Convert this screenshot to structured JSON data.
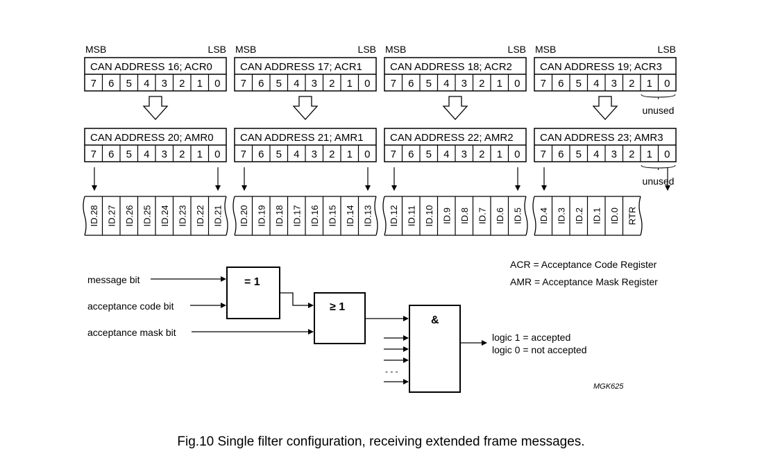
{
  "msb_label": "MSB",
  "lsb_label": "LSB",
  "bits": [
    "7",
    "6",
    "5",
    "4",
    "3",
    "2",
    "1",
    "0"
  ],
  "acr_registers": [
    "CAN ADDRESS 16; ACR0",
    "CAN ADDRESS 17; ACR1",
    "CAN ADDRESS 18; ACR2",
    "CAN ADDRESS 19; ACR3"
  ],
  "amr_registers": [
    "CAN ADDRESS 20; AMR0",
    "CAN ADDRESS 21; AMR1",
    "CAN ADDRESS 22; AMR2",
    "CAN ADDRESS 23; AMR3"
  ],
  "unused_label": "unused",
  "id_groups": [
    [
      "ID.28",
      "ID.27",
      "ID.26",
      "ID.25",
      "ID.24",
      "ID.23",
      "ID.22",
      "ID.21"
    ],
    [
      "ID.20",
      "ID.19",
      "ID.18",
      "ID.17",
      "ID.16",
      "ID.15",
      "ID.14",
      "ID.13"
    ],
    [
      "ID.12",
      "ID.11",
      "ID.10",
      "ID.9",
      "ID.8",
      "ID.7",
      "ID.6",
      "ID.5"
    ],
    [
      "ID.4",
      "ID.3",
      "ID.2",
      "ID.1",
      "ID.0",
      "RTR"
    ]
  ],
  "logic": {
    "inputs": [
      "message bit",
      "acceptance code bit",
      "acceptance mask bit"
    ],
    "xor_gate": "= 1",
    "or_gate": "≥ 1",
    "and_gate": "&",
    "output_lines": [
      "logic 1 = accepted",
      "logic 0 = not accepted"
    ],
    "dashes": "- - -"
  },
  "legend": [
    "ACR = Acceptance Code Register",
    "AMR = Acceptance Mask Register"
  ],
  "code": "MGK625",
  "caption": "Fig.10  Single filter configuration, receiving extended frame messages."
}
